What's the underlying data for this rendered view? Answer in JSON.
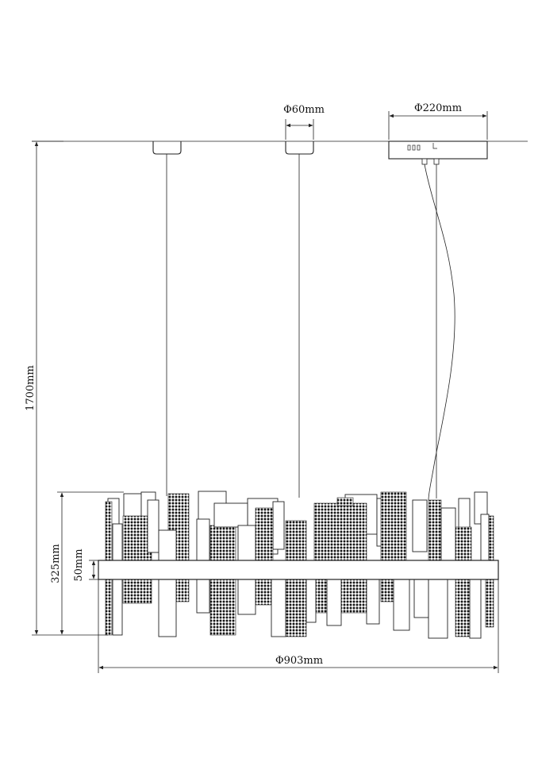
{
  "dimensions": {
    "rod_diameter": "Φ60mm",
    "canopy_diameter": "Φ220mm",
    "total_height": "1700mm",
    "shade_height": "325mm",
    "band_height": "50mm",
    "shade_diameter": "Φ903mm"
  },
  "colors": {
    "line": "#222222",
    "panel_fill": "#111111",
    "background": "#ffffff"
  },
  "icons": {
    "diameter_symbol": "Φ"
  }
}
